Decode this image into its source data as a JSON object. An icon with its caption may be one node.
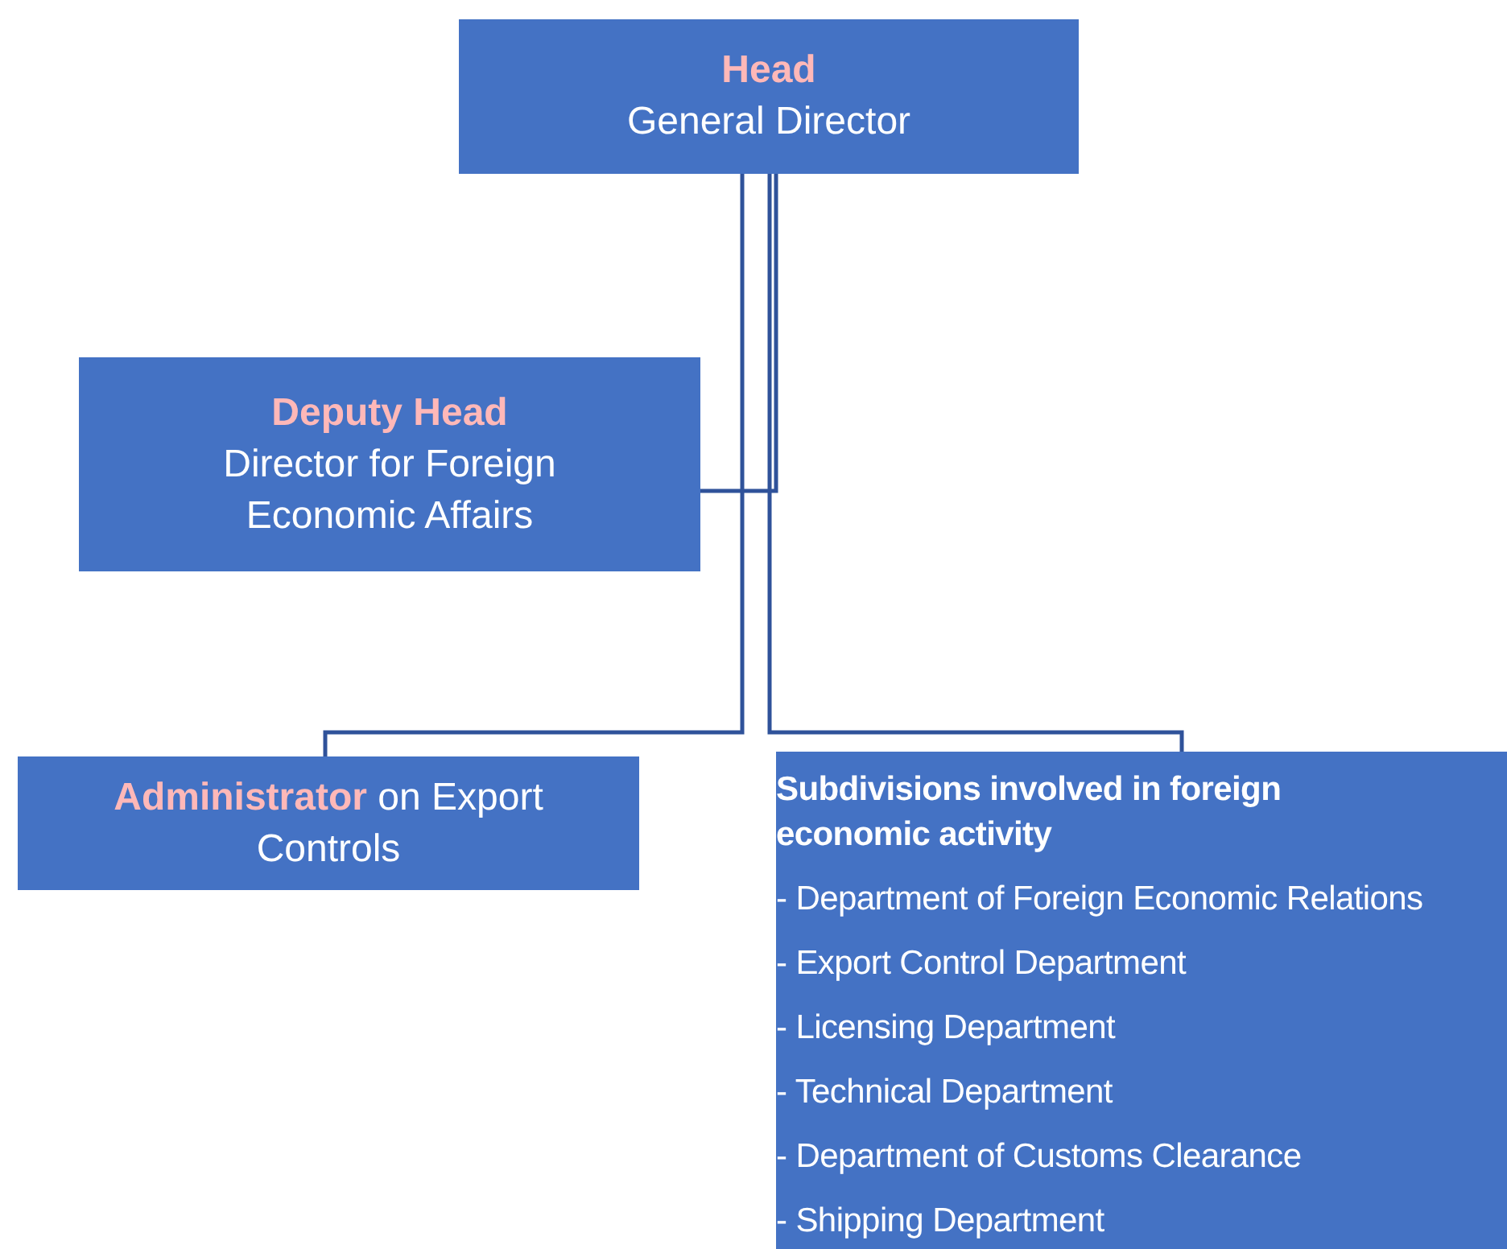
{
  "diagram": {
    "nodes": [
      {
        "text": [
          "Head",
          "General Director"
        ]
      },
      {
        "text": [
          "Deputy Head",
          "Director for Foreign Economic Affairs"
        ]
      },
      {
        "text": [
          "**Administrator** on Export Controls"
        ]
      },
      {
        "text": [
          "Subdivisions involved in foreign economic activity",
          "- Department of Foreign Economic Relations",
          "- Export Control Department",
          "- Licensing Department",
          "- Technical Department",
          "- Department of Customs Clearance",
          "- Shipping Department"
        ]
      }
    ],
    "edges": [
      {
        "from": 0,
        "to": 1,
        "arrow": "none"
      },
      {
        "from": 0,
        "to": 2,
        "arrow": "none"
      },
      {
        "from": 0,
        "to": 3,
        "arrow": "none"
      }
    ]
  }
}
